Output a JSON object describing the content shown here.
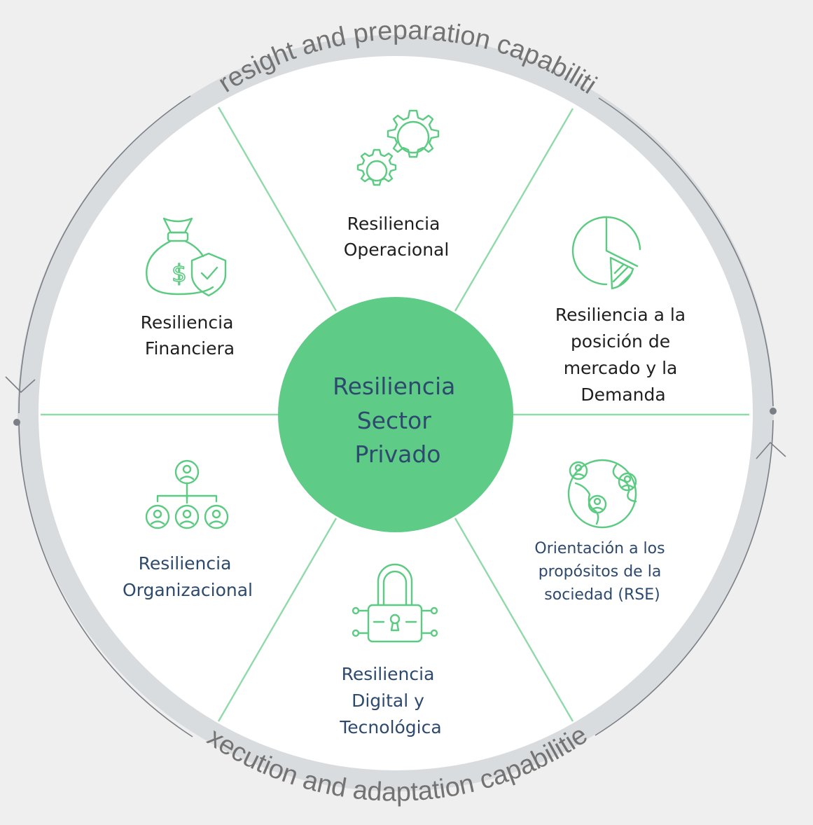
{
  "outer_ring": {
    "top_label": "Foresight and preparation capabilities",
    "bottom_label": "Execution and adaptation capabilities"
  },
  "center": {
    "lines": [
      "Resiliencia",
      "Sector",
      "Privado"
    ]
  },
  "segments": {
    "operacional": {
      "lines": [
        "Resiliencia",
        "Operacional"
      ],
      "icon": "gears-icon"
    },
    "mercado": {
      "lines": [
        "Resiliencia a la",
        "posición de",
        "mercado y la",
        "Demanda"
      ],
      "icon": "pie-chart-icon"
    },
    "rse": {
      "lines": [
        "Orientación a los",
        "propósitos de la",
        "sociedad (RSE)"
      ],
      "icon": "globe-people-icon"
    },
    "digital": {
      "lines": [
        "Resiliencia",
        "Digital y",
        "Tecnológica"
      ],
      "icon": "digital-lock-icon"
    },
    "organizacional": {
      "lines": [
        "Resiliencia",
        "Organizacional"
      ],
      "icon": "org-chart-icon"
    },
    "financiera": {
      "lines": [
        "Resiliencia",
        "Financiera"
      ],
      "icon": "money-bag-shield-icon"
    }
  },
  "colors": {
    "background": "#efefef",
    "ring": "#d9dcde",
    "center_fill": "#5ecc86",
    "divider": "#8fdaa8",
    "icon": "#5ccb82",
    "navy_text": "#2d4a6e",
    "dark_text": "#1f1f1f",
    "arc_text": "#737373"
  }
}
